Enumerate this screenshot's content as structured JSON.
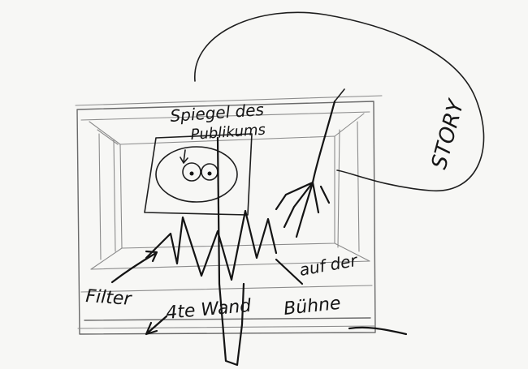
{
  "labels": {
    "mirror_line1": "Spiegel des",
    "mirror_line2": "Publikums",
    "story": "STORY",
    "filter": "Filter",
    "fourth_wall": "4te Wand",
    "stage_line1": "auf der",
    "stage_line2": "Bühne"
  }
}
